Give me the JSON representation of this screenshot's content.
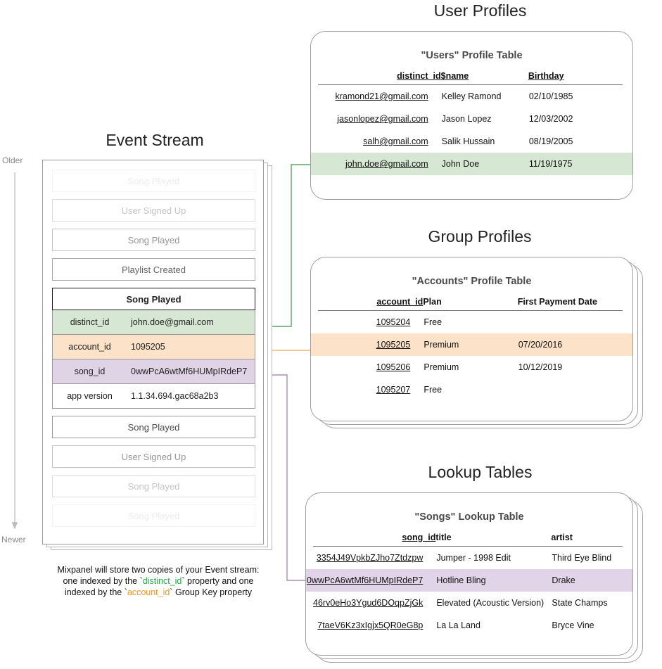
{
  "sections": {
    "event_stream_title": "Event Stream",
    "user_profiles_title": "User Profiles",
    "group_profiles_title": "Group Profiles",
    "lookup_tables_title": "Lookup Tables"
  },
  "timeline": {
    "older_label": "Older",
    "newer_label": "Newer"
  },
  "event_stream": {
    "events_before": [
      {
        "label": "Song Played",
        "fade": "f10"
      },
      {
        "label": "User Signed Up",
        "fade": "f30"
      },
      {
        "label": "Song Played",
        "fade": "f55"
      },
      {
        "label": "Playlist Created",
        "fade": "f80"
      }
    ],
    "expanded_event": {
      "name": "Song Played",
      "properties": [
        {
          "key": "distinct_id",
          "value": "john.doe@gmail.com",
          "highlight": "green"
        },
        {
          "key": "account_id",
          "value": "1095205",
          "highlight": "orange"
        },
        {
          "key": "song_id",
          "value": "0wwPcA6wtMf6HUMpIRdeP7",
          "highlight": "purple"
        },
        {
          "key": "app version",
          "value": "1.1.34.694.gac68a2b3",
          "highlight": "plain"
        }
      ]
    },
    "events_after": [
      {
        "label": "Song Played",
        "fade": "full"
      },
      {
        "label": "User Signed Up",
        "fade": "f55"
      },
      {
        "label": "Song Played",
        "fade": "f30"
      },
      {
        "label": "Song Played",
        "fade": "f10"
      }
    ]
  },
  "caption": {
    "line1": "Mixpanel will store two copies of your Event stream:",
    "line2_a": "one indexed by the `",
    "line2_token": "distinct_id",
    "line2_b": "` property and one",
    "line3_a": "indexed by the `",
    "line3_token": "account_id",
    "line3_b": "` Group Key property"
  },
  "users_table": {
    "title": "\"Users\" Profile Table",
    "columns": [
      "distinct_id",
      "$name",
      "Birthday"
    ],
    "rows": [
      {
        "cells": [
          "kramond21@gmail.com",
          "Kelley Ramond",
          "02/10/1985"
        ],
        "highlight": ""
      },
      {
        "cells": [
          "jasonlopez@gmail.com",
          "Jason Lopez",
          "12/03/2002"
        ],
        "highlight": ""
      },
      {
        "cells": [
          "salh@gmail.com",
          "Salik Hussain",
          "08/19/2005"
        ],
        "highlight": ""
      },
      {
        "cells": [
          "john.doe@gmail.com",
          "John Doe",
          "11/19/1975"
        ],
        "highlight": "r-green"
      }
    ]
  },
  "accounts_table": {
    "title": "\"Accounts\" Profile Table",
    "columns": [
      "account_id",
      "Plan",
      "First Payment Date"
    ],
    "rows": [
      {
        "cells": [
          "1095204",
          "Free",
          ""
        ],
        "highlight": ""
      },
      {
        "cells": [
          "1095205",
          "Premium",
          "07/20/2016"
        ],
        "highlight": "r-orange"
      },
      {
        "cells": [
          "1095206",
          "Premium",
          "10/12/2019"
        ],
        "highlight": ""
      },
      {
        "cells": [
          "1095207",
          "Free",
          ""
        ],
        "highlight": ""
      }
    ]
  },
  "songs_table": {
    "title": "\"Songs\" Lookup Table",
    "columns": [
      "song_id",
      "title",
      "artist"
    ],
    "rows": [
      {
        "cells": [
          "3354J49VpkbZJho7Ztdzpw",
          "Jumper - 1998 Edit",
          "Third Eye Blind"
        ],
        "highlight": ""
      },
      {
        "cells": [
          "0wwPcA6wtMf6HUMpIRdeP7",
          "Hotline Bling",
          "Drake"
        ],
        "highlight": "r-purple"
      },
      {
        "cells": [
          "46rv0eHo3Ygud6DOqpZjGk",
          "Elevated (Acoustic Version)",
          "State Champs"
        ],
        "highlight": ""
      },
      {
        "cells": [
          "7taeV6Kz3xIgjx5QR0eG8p",
          "La La Land",
          "Bryce Vine"
        ],
        "highlight": ""
      }
    ]
  },
  "colors": {
    "green_row": "#d6e7d3",
    "orange_row": "#fbe2c8",
    "purple_row": "#e2d4e8",
    "green_arrow": "#5aa469",
    "orange_arrow": "#f5a623",
    "purple_arrow": "#a98fb0",
    "timeline_arrow": "#b5b5b5",
    "token_green": "#2aa84a",
    "token_orange": "#f0971d"
  }
}
